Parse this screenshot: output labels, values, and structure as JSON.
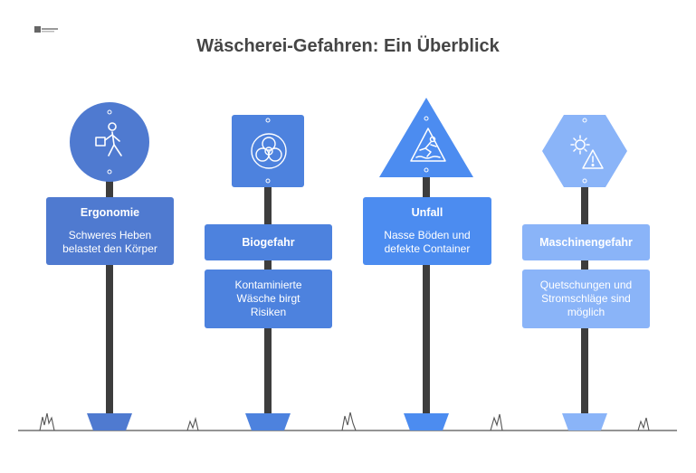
{
  "title": "Wäscherei-Gefahren: Ein Überblick",
  "colors": {
    "pole": "#3d3d3d",
    "ground": "#555555",
    "sign1": "#4f7ad0",
    "sign2": "#4d82de",
    "sign3": "#4c8cf0",
    "sign4": "#8ab4f8"
  },
  "signs": [
    {
      "name": "ergonomie",
      "shape": "circle",
      "icon": "person-carrying-box-icon",
      "heading": "Ergonomie",
      "description": "Schweres Heben belastet den Körper"
    },
    {
      "name": "biogefahr",
      "shape": "square",
      "icon": "biohazard-icon",
      "heading": "Biogefahr",
      "description": "Kontaminierte Wäsche birgt Risiken"
    },
    {
      "name": "unfall",
      "shape": "triangle",
      "icon": "slippery-floor-icon",
      "heading": "Unfall",
      "description": "Nasse Böden und defekte Container"
    },
    {
      "name": "maschinengefahr",
      "shape": "hexagon",
      "icon": "gear-warning-icon",
      "heading": "Maschinengefahr",
      "description": "Quetschungen und Stromschläge sind möglich"
    }
  ]
}
